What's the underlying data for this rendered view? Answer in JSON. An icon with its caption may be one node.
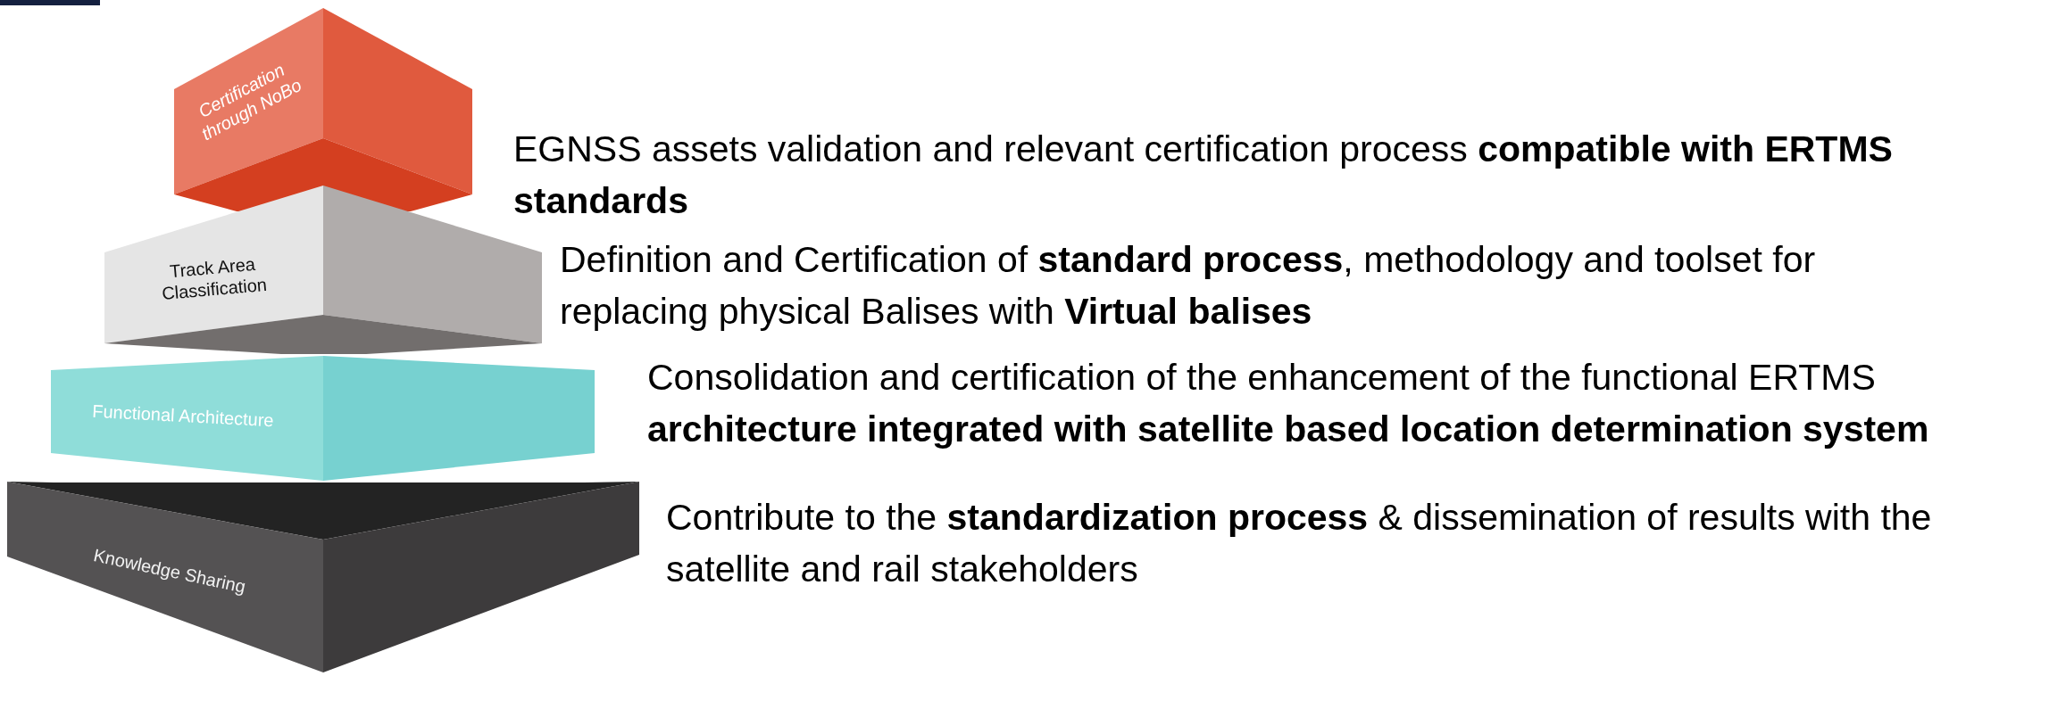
{
  "diagram": {
    "nodes": [
      {
        "text": [
          "Certification through NoBo"
        ]
      },
      {
        "text": [
          "Track Area Classification"
        ]
      },
      {
        "text": [
          "Functional Architecture"
        ]
      },
      {
        "text": [
          "Knowledge Sharing"
        ]
      }
    ],
    "labels": [
      "EGNSS assets validation and relevant certification process **compatible with ERTMS standards**",
      "Definition and Certification of **standard process**, methodology and toolset for replacing physical Balises with  **Virtual balises**",
      "Consolidation and certification of the enhancement of the functional ERTMS **architecture integrated with satellite based location determination system**",
      "Contribute to the **standardization process** & dissemination of results with the satellite and rail stakeholders"
    ]
  }
}
